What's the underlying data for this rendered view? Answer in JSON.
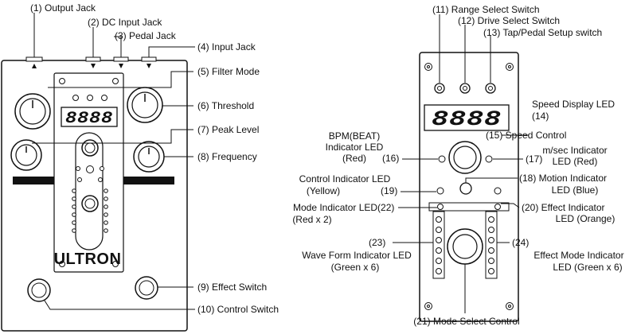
{
  "brand": "ULTRON",
  "display_digits": "8888",
  "left_labels": [
    {
      "id": "output-jack",
      "text": "(1) Output Jack"
    },
    {
      "id": "dc-input-jack",
      "text": "(2) DC Input Jack"
    },
    {
      "id": "pedal-jack",
      "text": "(3) Pedal Jack"
    },
    {
      "id": "input-jack",
      "text": "(4) Input Jack"
    },
    {
      "id": "filter-mode",
      "text": "(5) Filter Mode"
    },
    {
      "id": "threshold",
      "text": "(6) Threshold"
    },
    {
      "id": "peak-level",
      "text": "(7) Peak Level"
    },
    {
      "id": "frequency",
      "text": "(8) Frequency"
    },
    {
      "id": "effect-switch",
      "text": "(9) Effect Switch"
    },
    {
      "id": "control-switch",
      "text": "(10) Control Switch"
    }
  ],
  "right_labels": [
    {
      "id": "range-select-switch",
      "text": "(11) Range Select Switch"
    },
    {
      "id": "drive-select-switch",
      "text": "(12) Drive Select Switch"
    },
    {
      "id": "tap-pedal-setup-switch",
      "text": "(13) Tap/Pedal Setup switch"
    },
    {
      "id": "speed-display-led",
      "text": "Speed Display LED"
    },
    {
      "id": "speed-display-led-num",
      "text": "(14)"
    },
    {
      "id": "speed-control",
      "text": "(15) Speed Control"
    },
    {
      "id": "bpm-led-1",
      "text": "BPM(BEAT)"
    },
    {
      "id": "bpm-led-2",
      "text": "Indicator LED"
    },
    {
      "id": "bpm-led-3",
      "text": "(Red)"
    },
    {
      "id": "bpm-led-num",
      "text": "(16)"
    },
    {
      "id": "msec-led-1",
      "text": "m/sec Indicator"
    },
    {
      "id": "msec-led-2",
      "text": "LED (Red)"
    },
    {
      "id": "msec-led-num",
      "text": "(17)"
    },
    {
      "id": "control-led-1",
      "text": "Control Indicator LED"
    },
    {
      "id": "control-led-2",
      "text": "(Yellow)"
    },
    {
      "id": "control-led-num",
      "text": "(19)"
    },
    {
      "id": "motion-led-1",
      "text": "(18) Motion Indicator"
    },
    {
      "id": "motion-led-2",
      "text": "LED (Blue)"
    },
    {
      "id": "mode-led-1",
      "text": "Mode Indicator LED(22)"
    },
    {
      "id": "mode-led-2",
      "text": "(Red x 2)"
    },
    {
      "id": "effect-led-1",
      "text": "(20) Effect Indicator"
    },
    {
      "id": "effect-led-2",
      "text": "LED (Orange)"
    },
    {
      "id": "wave-num",
      "text": "(23)"
    },
    {
      "id": "wave-led-1",
      "text": "Wave Form Indicator LED"
    },
    {
      "id": "wave-led-2",
      "text": "(Green x 6)"
    },
    {
      "id": "effmode-num",
      "text": "(24)"
    },
    {
      "id": "effmode-led-1",
      "text": "Effect Mode Indicator"
    },
    {
      "id": "effmode-led-2",
      "text": "LED (Green x 6)"
    },
    {
      "id": "mode-select-control",
      "text": "(21) Mode Select Control"
    }
  ]
}
